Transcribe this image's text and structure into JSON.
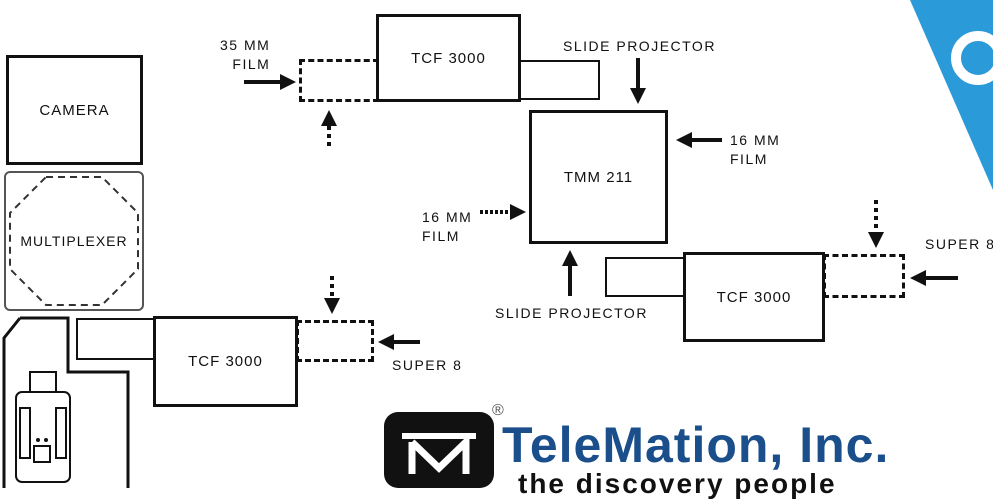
{
  "labels": {
    "film35": "35 MM\nFILM",
    "slide_top": "SLIDE PROJECTOR",
    "film16_right": "16 MM\nFILM",
    "film16_left": "16 MM\nFILM",
    "slide_bottom": "SLIDE PROJECTOR",
    "super8_right": "SUPER 8",
    "super8_left": "SUPER 8"
  },
  "boxes": {
    "camera": "CAMERA",
    "multiplexer": "MULTIPLEXER",
    "tcf_top": "TCF 3000",
    "tmm": "TMM 211",
    "tcf_right": "TCF 3000",
    "tcf_left": "TCF 3000"
  },
  "logo": {
    "registered": "®",
    "company_name": "TeleMation, Inc.",
    "tagline": "the discovery people"
  },
  "colors": {
    "brand_blue": "#1b4f8c",
    "corner_blue": "#2b9ad9"
  }
}
